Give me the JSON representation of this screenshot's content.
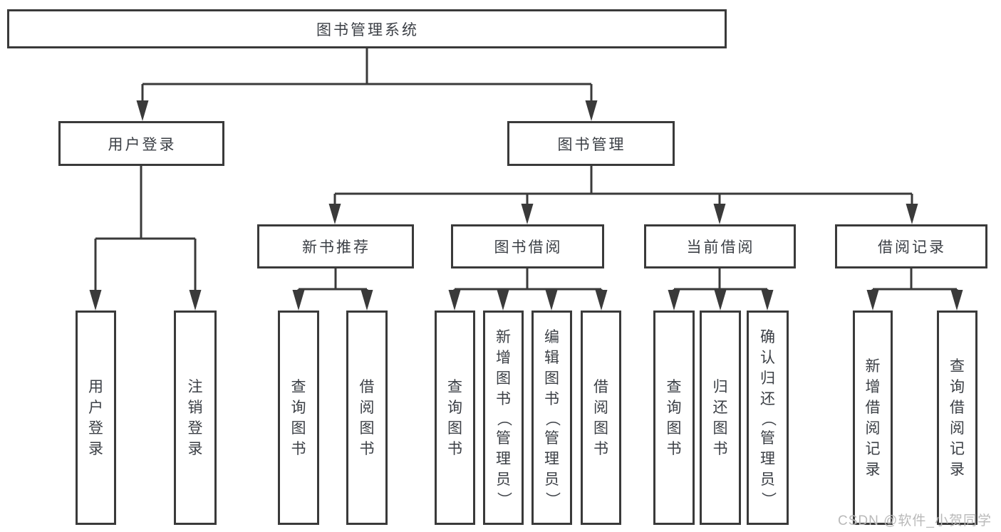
{
  "tree": {
    "label": "图书管理系统",
    "children": [
      {
        "label": "用户登录",
        "children": [
          {
            "label": "用户登录"
          },
          {
            "label": "注销登录"
          }
        ]
      },
      {
        "label": "图书管理",
        "children": [
          {
            "label": "新书推荐",
            "children": [
              {
                "label": "查询图书"
              },
              {
                "label": "借阅图书"
              }
            ]
          },
          {
            "label": "图书借阅",
            "children": [
              {
                "label": "查询图书"
              },
              {
                "label": "新增图书（管理员）"
              },
              {
                "label": "编辑图书（管理员）"
              },
              {
                "label": "借阅图书"
              }
            ]
          },
          {
            "label": "当前借阅",
            "children": [
              {
                "label": "查询图书"
              },
              {
                "label": "归还图书"
              },
              {
                "label": "确认归还（管理员）"
              }
            ]
          },
          {
            "label": "借阅记录",
            "children": [
              {
                "label": "新增借阅记录"
              },
              {
                "label": "查询借阅记录"
              }
            ]
          }
        ]
      }
    ]
  },
  "watermark": {
    "text": "CSDN @软件_小贺同学"
  },
  "colors": {
    "line": "#3a3a3a",
    "text": "#3b3f45",
    "watermark": "#b9b9b9",
    "background": "#ffffff"
  }
}
